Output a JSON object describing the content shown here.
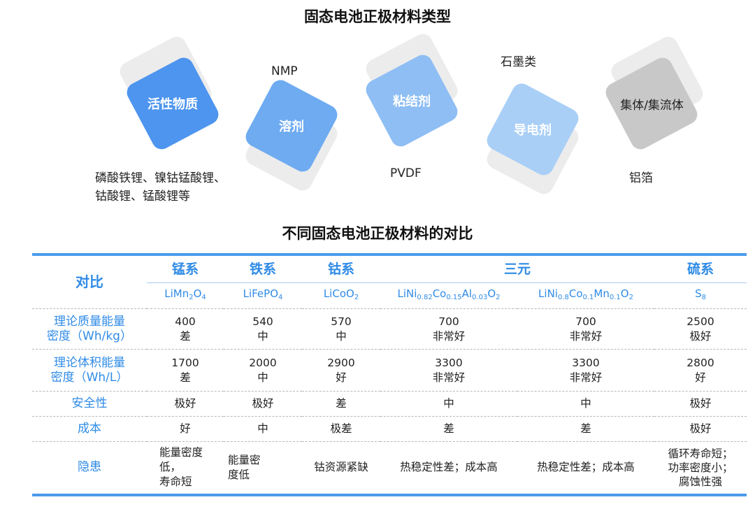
{
  "diagram": {
    "title": "固态电池正极材料类型",
    "components": [
      {
        "name": "活性物质",
        "caption": "磷酸铁锂、镍钴锰酸锂、\n钴酸锂、锰酸锂等",
        "color": "#4d95ee"
      },
      {
        "name": "溶剂",
        "caption": "NMP",
        "color": "#6eabf1"
      },
      {
        "name": "粘结剂",
        "caption": "PVDF",
        "color": "#8ebef4"
      },
      {
        "name": "导电剂",
        "caption": "石墨类",
        "color": "#a9cff7"
      },
      {
        "name": "集体/集流体",
        "caption": "铝箔",
        "color": "#c8c8c8"
      }
    ]
  },
  "table": {
    "title": "不同固态电池正极材料的对比",
    "corner": "对比",
    "groups": [
      "锰系",
      "铁系",
      "钴系",
      "三元",
      "硫系"
    ],
    "formulas": [
      "LiMn2O4",
      "LiFePO4",
      "LiCoO2",
      "LiNi0.82Co0.15Al0.03O2",
      "LiNi0.8Co0.1Mn0.1O2",
      "S8"
    ],
    "rows": [
      {
        "label": "理论质量能量\n密度（Wh/kg）",
        "cells": [
          "400\n差",
          "540\n中",
          "570\n中",
          "700\n非常好",
          "700\n非常好",
          "2500\n极好"
        ]
      },
      {
        "label": "理论体积能量\n密度（Wh/L）",
        "cells": [
          "1700\n差",
          "2000\n中",
          "2900\n好",
          "3300\n非常好",
          "3300\n非常好",
          "2800\n好"
        ]
      },
      {
        "label": "安全性",
        "cells": [
          "极好",
          "极好",
          "差",
          "中",
          "中",
          "极好"
        ]
      },
      {
        "label": "成本",
        "cells": [
          "好",
          "中",
          "极差",
          "差",
          "差",
          "极好"
        ]
      },
      {
        "label": "隐患",
        "cells": [
          "能量密度低，\n寿命短",
          "能量密\n度低",
          "钴资源紧缺",
          "热稳定性差；成本高",
          "热稳定性差；成本高",
          "循环寿命短；\n功率密度小；\n腐蚀性强"
        ]
      }
    ]
  },
  "chart_data": {
    "type": "table",
    "title": "不同固态电池正极材料的对比",
    "columns": [
      "LiMn2O4",
      "LiFePO4",
      "LiCoO2",
      "LiNi0.82Co0.15Al0.03O2",
      "LiNi0.8Co0.1Mn0.1O2",
      "S8"
    ],
    "column_groups": [
      "锰系",
      "铁系",
      "钴系",
      "三元",
      "三元",
      "硫系"
    ],
    "theoretical_gravimetric_energy_density_Wh_per_kg": [
      400,
      540,
      570,
      700,
      700,
      2500
    ],
    "theoretical_volumetric_energy_density_Wh_per_L": [
      1700,
      2000,
      2900,
      3300,
      3300,
      2800
    ]
  }
}
